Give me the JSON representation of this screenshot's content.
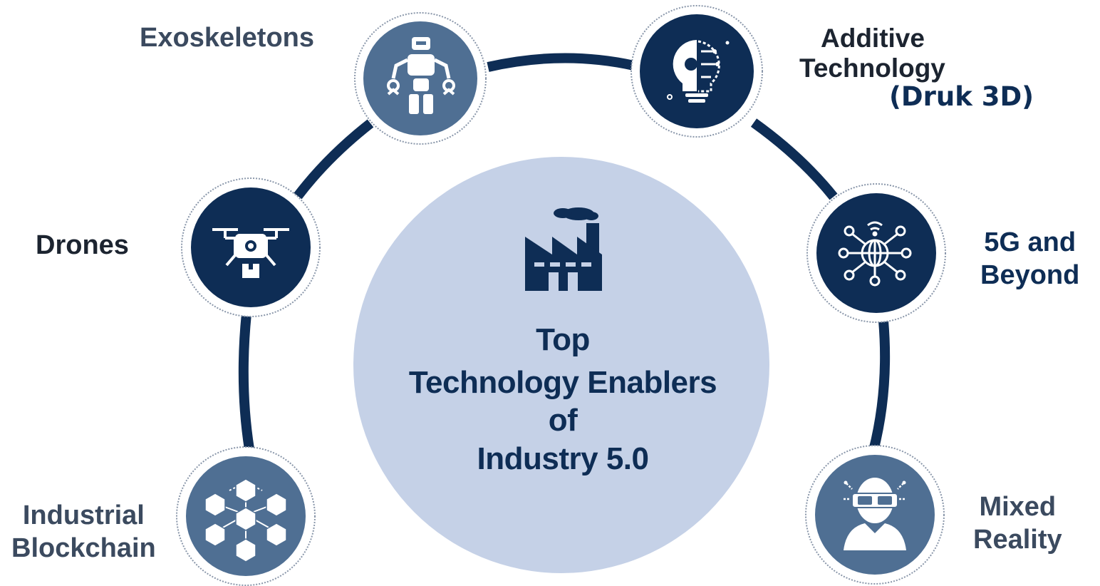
{
  "colors": {
    "dark_navy": "#0e2d55",
    "steel_blue": "#4f6f93",
    "center_fill": "#c5d1e7",
    "label_gray": "#3b4a5f",
    "label_navy": "#0e2d55",
    "white": "#ffffff"
  },
  "center": {
    "line1": "Top",
    "line2": "Technology Enablers",
    "line3": "of",
    "line4": "Industry 5.0",
    "icon": "factory-icon"
  },
  "nodes": {
    "exoskeletons": {
      "label": "Exoskeletons",
      "icon": "robot-icon"
    },
    "additive": {
      "label_line1": "Additive",
      "label_line2": "Technology",
      "icon": "lightbulb-gear-icon"
    },
    "drones": {
      "label": "Drones",
      "icon": "drone-icon"
    },
    "fiveg": {
      "label_line1": "5G and",
      "label_line2": "Beyond",
      "icon": "network-globe-icon"
    },
    "blockchain": {
      "label_line1": "Industrial",
      "label_line2": "Blockchain",
      "icon": "blockchain-cubes-icon"
    },
    "mixed_reality": {
      "label_line1": "Mixed",
      "label_line2": "Reality",
      "icon": "vr-headset-person-icon"
    }
  },
  "annotation": {
    "text": "(Druk 3D)"
  }
}
